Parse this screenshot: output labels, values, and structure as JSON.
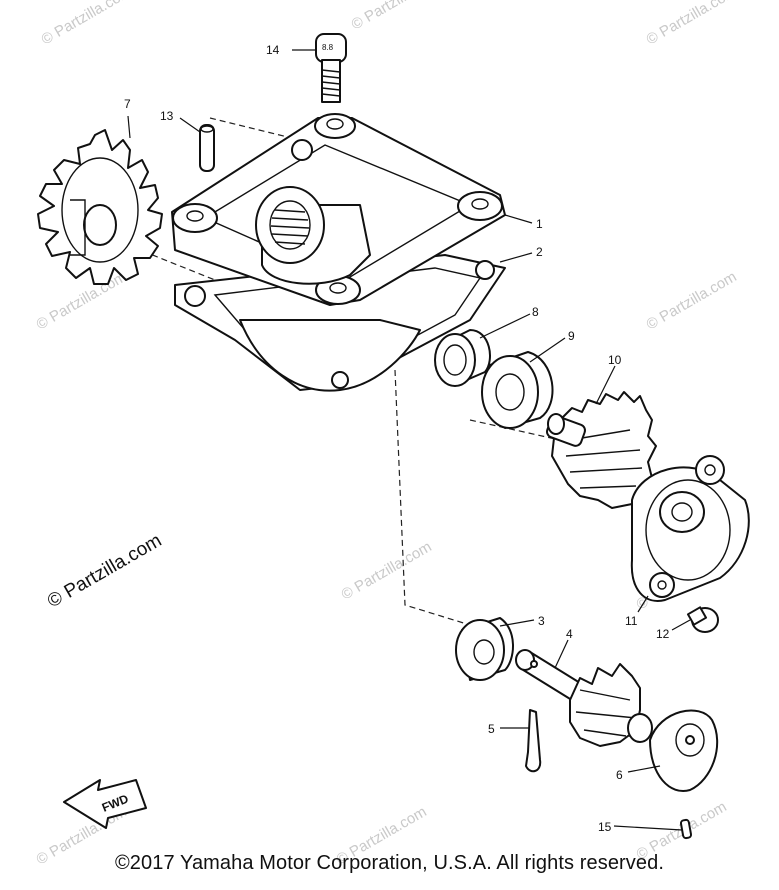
{
  "watermark": "© Partzilla.com",
  "copyright": "©2017 Yamaha Motor Corporation, U.S.A. All rights reserved.",
  "fwd_label": "FWD",
  "callouts": {
    "p1": "1",
    "p2": "2",
    "p3": "3",
    "p4": "4",
    "p5": "5",
    "p6": "6",
    "p7": "7",
    "p8": "8",
    "p9": "9",
    "p10": "10",
    "p11": "11",
    "p12": "12",
    "p13": "13",
    "p14": "14",
    "p15": "15"
  }
}
